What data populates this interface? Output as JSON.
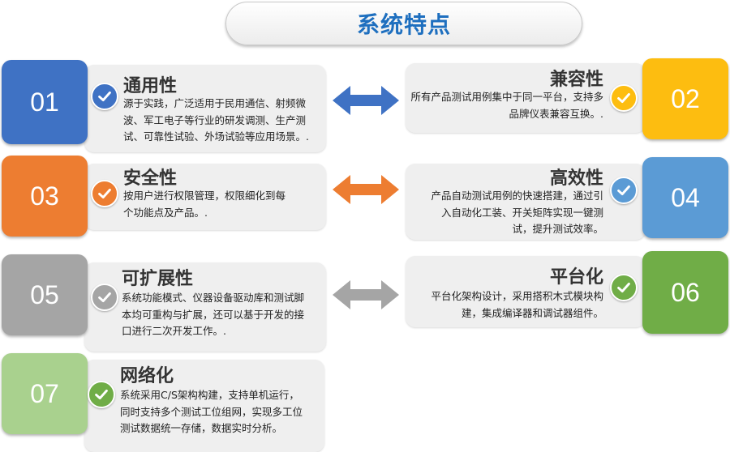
{
  "title": "系统特点",
  "colors": {
    "blue_dark": "#3f72c4",
    "yellow": "#fdbd10",
    "orange": "#ed7d31",
    "blue_light": "#5b9bd5",
    "gray": "#a5a5a5",
    "green": "#70ad47",
    "green_light": "#a9d18e",
    "arrow_blue": "#3f72c4",
    "arrow_orange": "#ed7d31",
    "arrow_gray": "#a5a5a5"
  },
  "features": [
    {
      "num": "01",
      "title": "通用性",
      "desc": "源于实践，广泛适用于民用通信、射频微波、军工电子等行业的研发调测、生产测试、可靠性试验、外场试验等应用场景。."
    },
    {
      "num": "02",
      "title": "兼容性",
      "desc": "所有产品测试用例集中于同一平台，支持多品牌仪表兼容互换。."
    },
    {
      "num": "03",
      "title": "安全性",
      "desc": "按用户进行权限管理，权限细化到每个功能点及产品。."
    },
    {
      "num": "04",
      "title": "高效性",
      "desc": "产品自动测试用例的快速搭建，通过引入自动化工装、开关矩阵实现一键测试，提升测试效率。"
    },
    {
      "num": "05",
      "title": "可扩展性",
      "desc": "系统功能模式、仪器设备驱动库和测试脚本均可重构与扩展，还可以基于开发的接口进行二次开发工作。."
    },
    {
      "num": "06",
      "title": "平台化",
      "desc": "平台化架构设计，采用搭积木式模块构建，集成编译器和调试器组件。"
    },
    {
      "num": "07",
      "title": "网络化",
      "desc": "系统采用C/S架构构建，支持单机运行，同时支持多个测试工位组网，实现多工位测试数据统一存储，数据实时分析。"
    }
  ],
  "icons": {
    "check": "check-circle-icon",
    "arrow": "double-arrow-icon"
  }
}
